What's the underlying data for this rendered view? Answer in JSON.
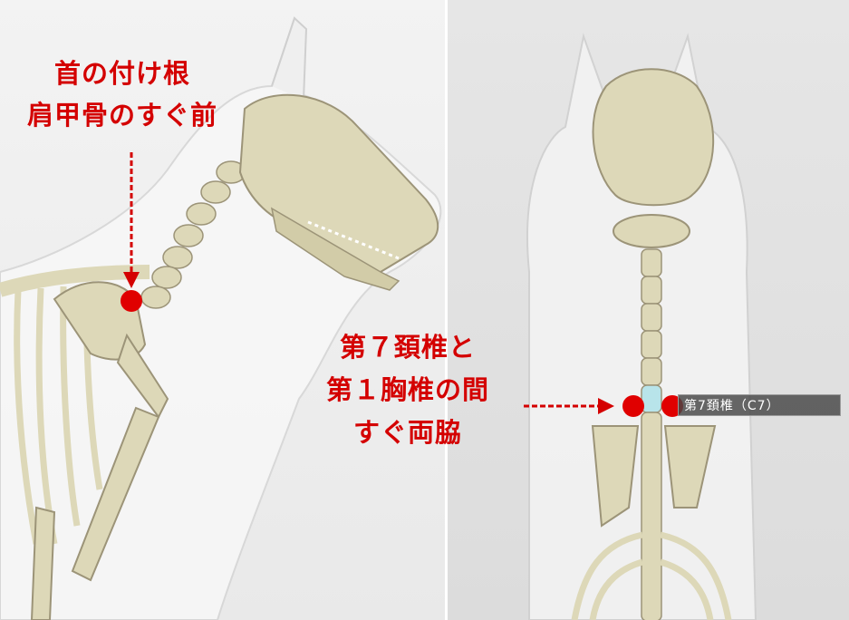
{
  "left_annotation": {
    "line1": "首の付け根",
    "line2": "肩甲骨のすぐ前"
  },
  "right_annotation": {
    "line1": "第７頚椎と",
    "line2": "第１胸椎の間",
    "line3": "すぐ両脇"
  },
  "tooltip": {
    "text": "第7頚椎（C7）"
  },
  "colors": {
    "annotation": "#d40000",
    "marker": "#e00000",
    "bone": "#ddd8b8",
    "body_silhouette": "#f5f5f5"
  }
}
